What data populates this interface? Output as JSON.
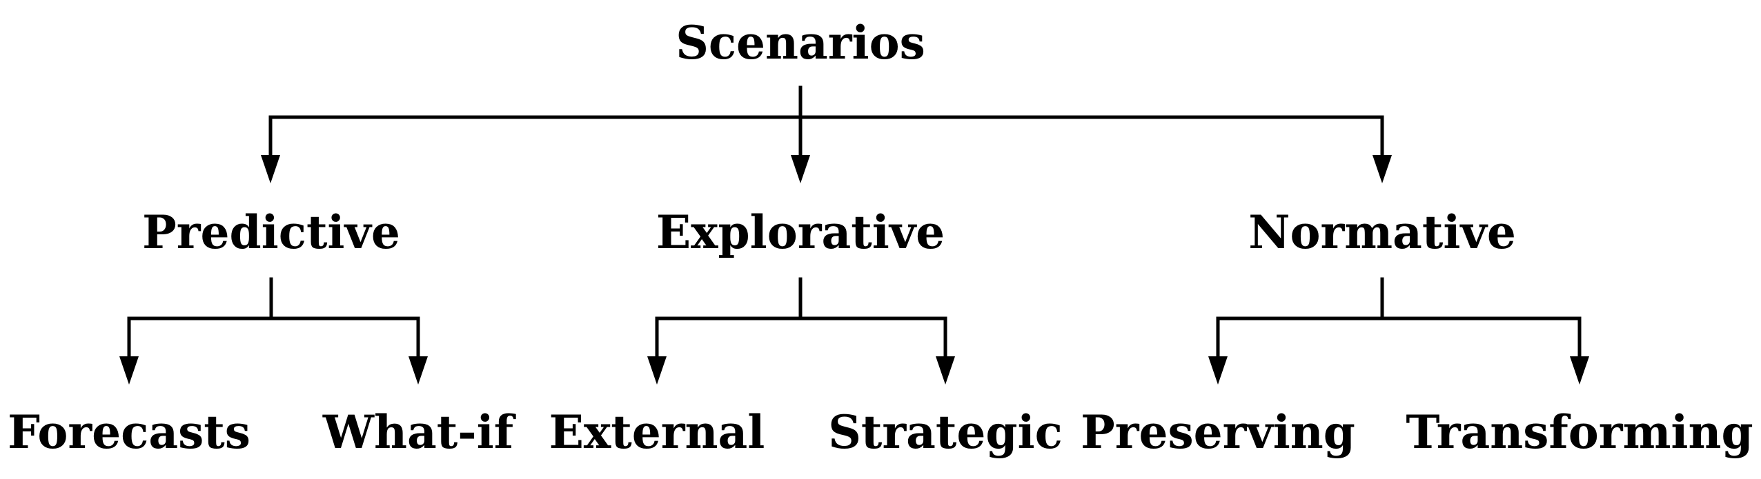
{
  "diagram": {
    "root": {
      "label": "Scenarios"
    },
    "categories": [
      {
        "label": "Predictive",
        "children": [
          {
            "label": "Forecasts"
          },
          {
            "label": "What-if"
          }
        ]
      },
      {
        "label": "Explorative",
        "children": [
          {
            "label": "External"
          },
          {
            "label": "Strategic"
          }
        ]
      },
      {
        "label": "Normative",
        "children": [
          {
            "label": "Preserving"
          },
          {
            "label": "Transforming"
          }
        ]
      }
    ],
    "colors": {
      "ink": "#000000",
      "background": "#ffffff"
    }
  }
}
